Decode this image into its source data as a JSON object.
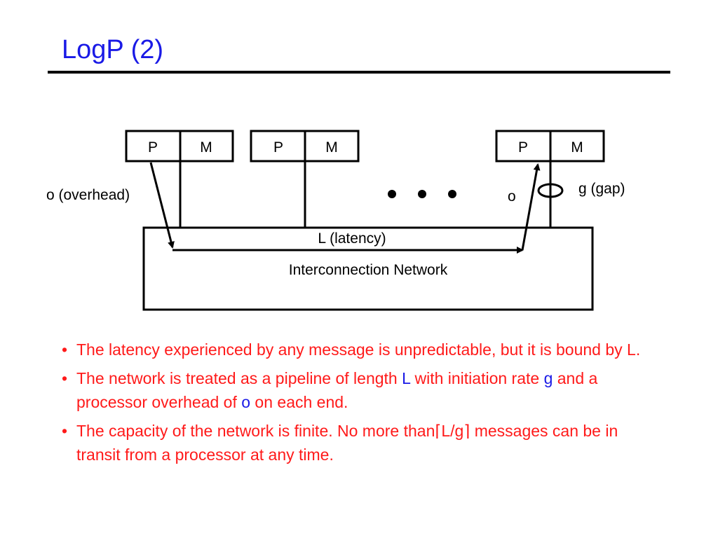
{
  "title": "LogP (2)",
  "diagram": {
    "nodes": [
      {
        "p": "P",
        "m": "M"
      },
      {
        "p": "P",
        "m": "M"
      },
      {
        "p": "P",
        "m": "M"
      }
    ],
    "overhead_label": "o (overhead)",
    "o_label": "o",
    "gap_label": "g (gap)",
    "latency_label": "L (latency)",
    "network_label": "Interconnection Network"
  },
  "bullets": {
    "b1": "The latency experienced by any message is unpredictable, but it is bound by L.",
    "b2_part1": "The network is treated as a pipeline of length ",
    "b2_L": "L",
    "b2_part2": " with initiation rate ",
    "b2_g": "g",
    "b2_part3": " and a processor overhead of ",
    "b2_o": "o",
    "b2_part4": " on each end.",
    "b3_part1": "The capacity of the network is finite. No more than",
    "b3_lceil": "⌈",
    "b3_expr": "L/g",
    "b3_rceil": "⌉",
    "b3_part2": " messages can be in transit from a processor at any time."
  },
  "colors": {
    "title": "#1a1ae6",
    "bullet_text": "#ff1a1a",
    "highlight": "#1a1ae6",
    "lines": "#000000"
  }
}
